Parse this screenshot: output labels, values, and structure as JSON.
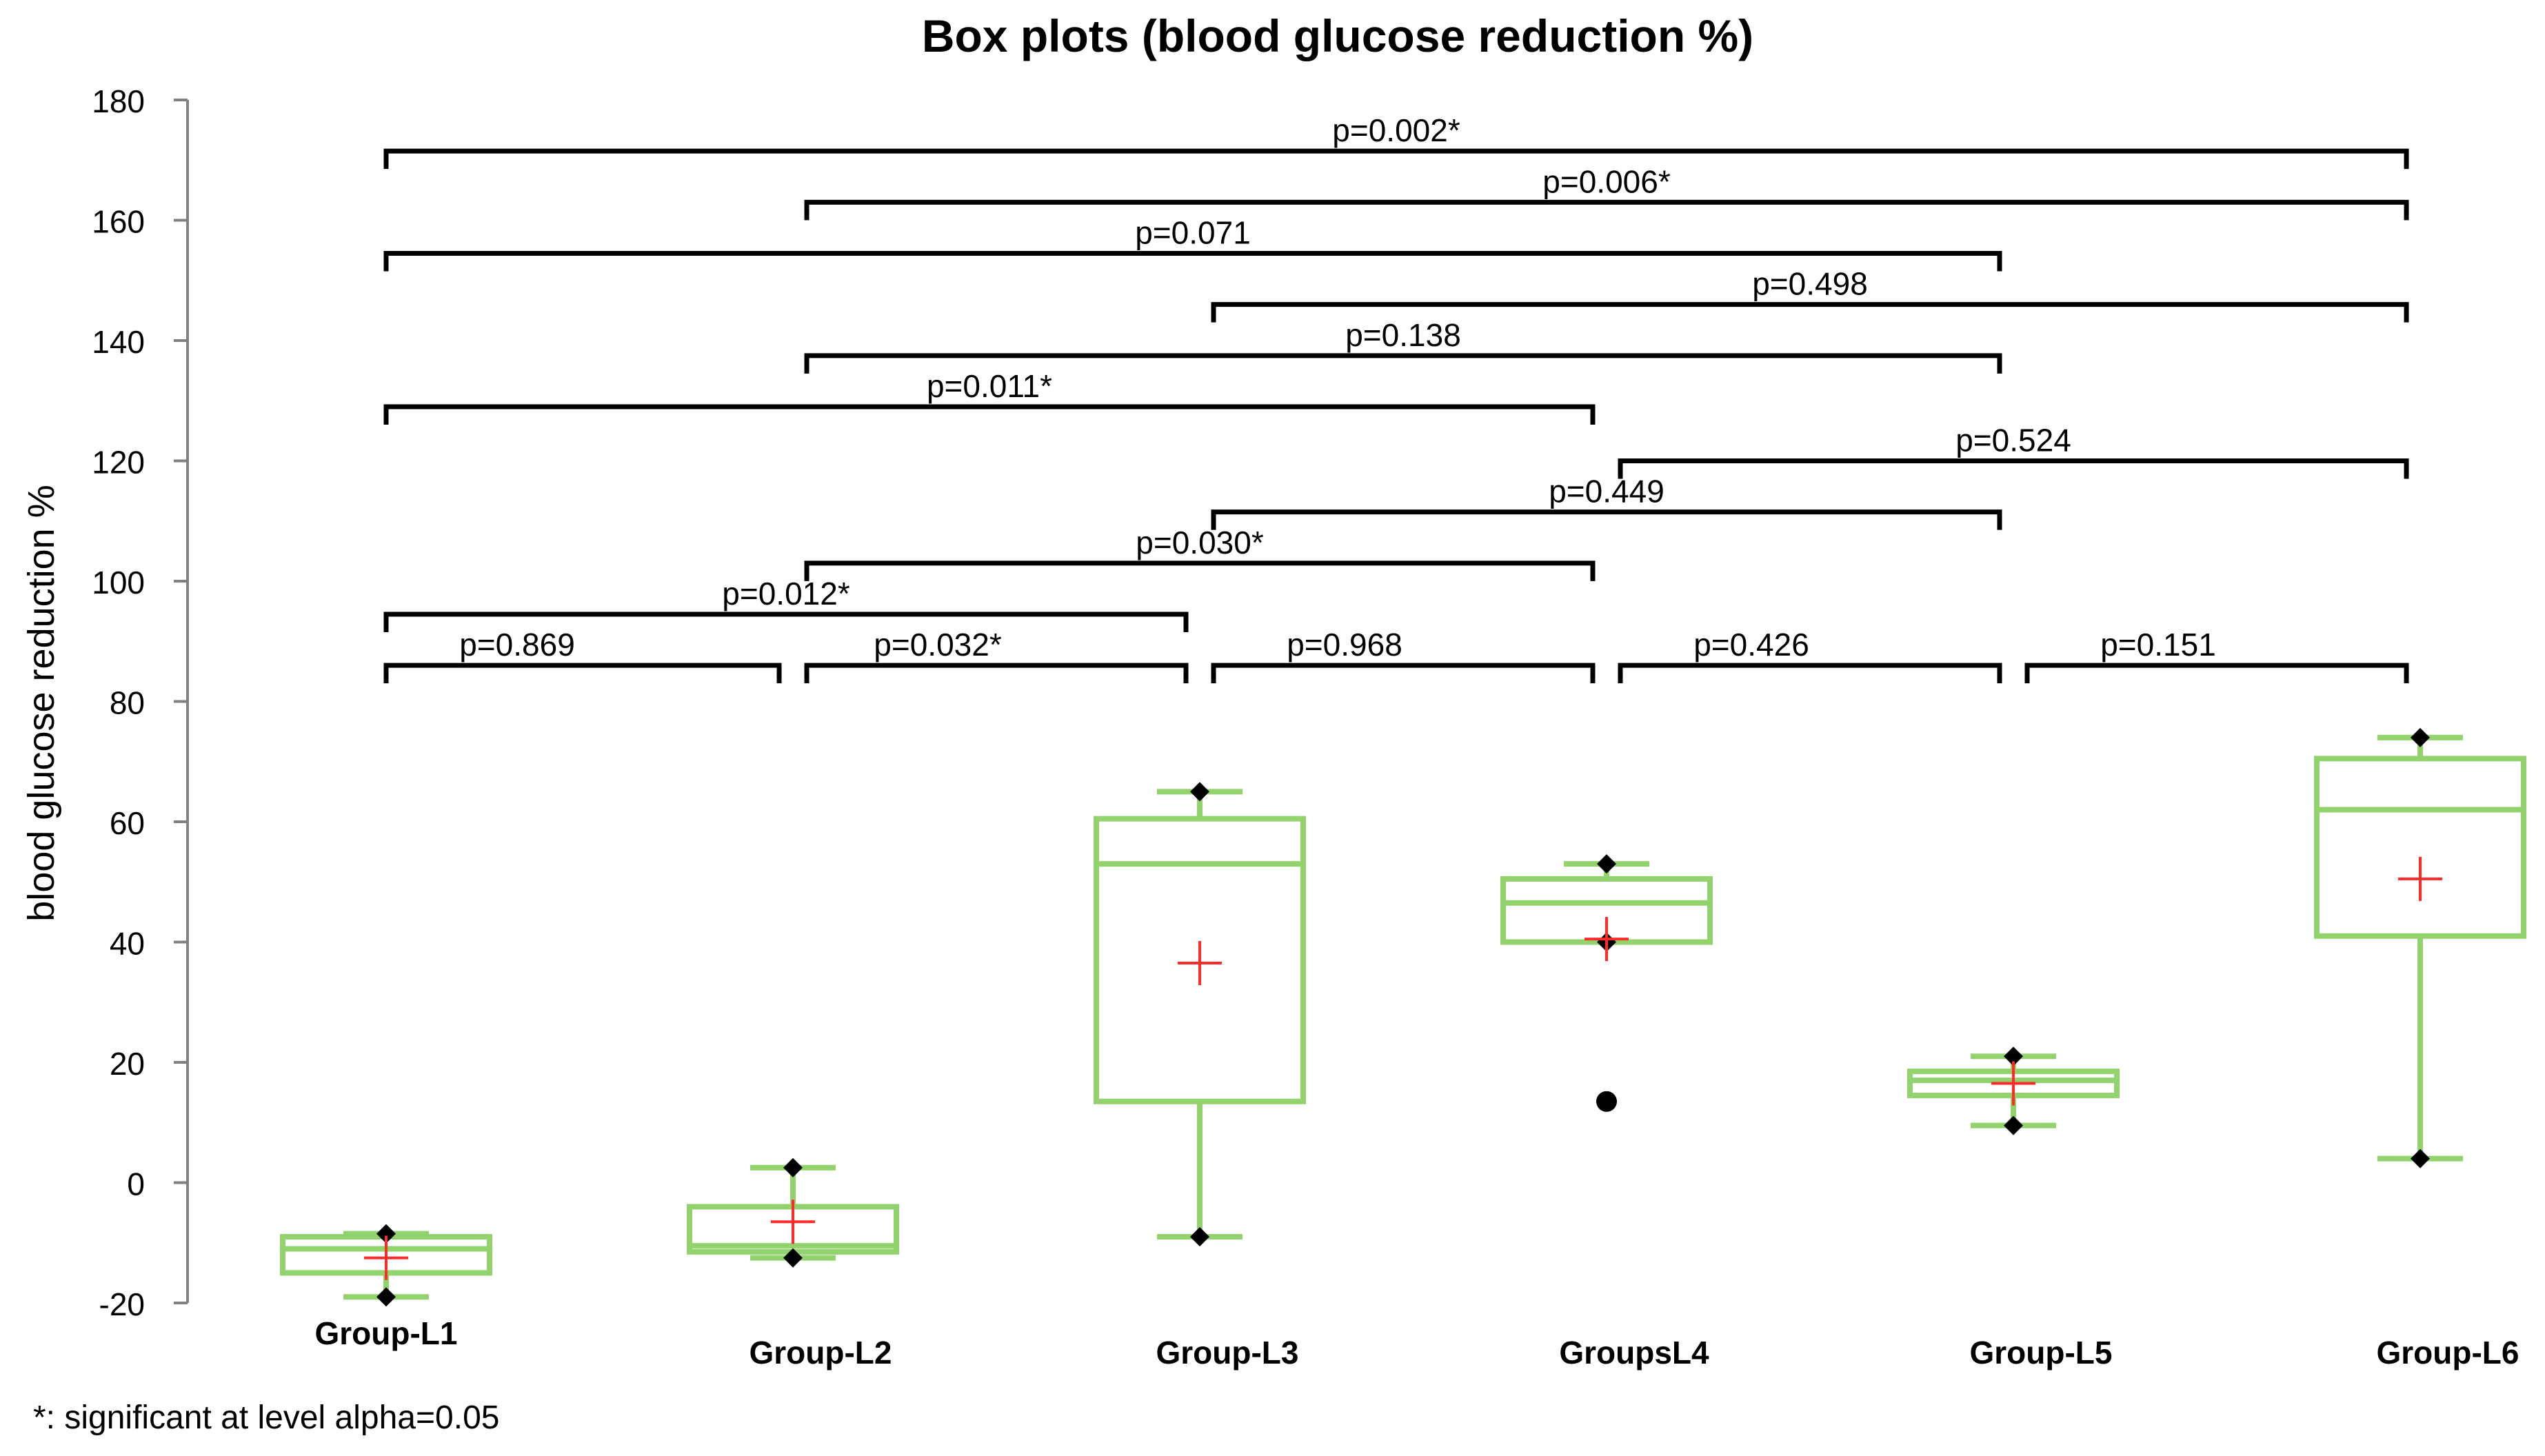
{
  "chart_data": {
    "type": "box",
    "title": "Box plots (blood glucose reduction %)",
    "ylabel": "blood glucose reduction %",
    "xlabel": "",
    "ylim": [
      -20,
      180
    ],
    "yticks": [
      -20,
      0,
      20,
      40,
      60,
      80,
      100,
      120,
      140,
      160,
      180
    ],
    "grid": false,
    "legend": "none",
    "footnote": "*: significant at level alpha=0.05",
    "colors": {
      "box": "#92d36e",
      "mean": "#ff2b2b",
      "point": "#000000",
      "bracket": "#000000",
      "axis": "#808080"
    },
    "categories": [
      "Group-L1",
      "Group-L2",
      "Group-L3",
      "GroupsL4",
      "Group-L5",
      "Group-L6"
    ],
    "boxes": [
      {
        "category": "Group-L1",
        "min": -19,
        "q1": -15,
        "median": -11,
        "q3": -9,
        "max": -8.5,
        "mean": -12.5,
        "outliers": []
      },
      {
        "category": "Group-L2",
        "min": -12.5,
        "q1": -11.5,
        "median": -10.5,
        "q3": -4,
        "max": 2.5,
        "mean": -6.5,
        "outliers": []
      },
      {
        "category": "Group-L3",
        "min": -9,
        "q1": 13.5,
        "median": 53,
        "q3": 60.5,
        "max": 65,
        "mean": 36.5,
        "outliers": []
      },
      {
        "category": "GroupsL4",
        "min": 40,
        "q1": 40,
        "median": 46.5,
        "q3": 50.5,
        "max": 53,
        "mean": 40.5,
        "outliers": [
          13.5
        ]
      },
      {
        "category": "Group-L5",
        "min": 9.5,
        "q1": 14.5,
        "median": 17,
        "q3": 18.5,
        "max": 21,
        "mean": 16.5,
        "outliers": []
      },
      {
        "category": "Group-L6",
        "min": 4,
        "q1": 41,
        "median": 62,
        "q3": 70.5,
        "max": 74,
        "mean": 50.5,
        "outliers": []
      }
    ],
    "comparisons": [
      {
        "from": 0,
        "to": 5,
        "y": 171.5,
        "label": "p=0.002*"
      },
      {
        "from": 1,
        "to": 5,
        "y": 163,
        "label": "p=0.006*"
      },
      {
        "from": 0,
        "to": 4,
        "y": 154.5,
        "label": "p=0.071"
      },
      {
        "from": 2,
        "to": 5,
        "y": 146,
        "label": "p=0.498"
      },
      {
        "from": 1,
        "to": 4,
        "y": 137.5,
        "label": "p=0.138"
      },
      {
        "from": 0,
        "to": 3,
        "y": 129,
        "label": "p=0.011*"
      },
      {
        "from": 3,
        "to": 5,
        "y": 120,
        "label": "p=0.524"
      },
      {
        "from": 2,
        "to": 4,
        "y": 111.5,
        "label": "p=0.449"
      },
      {
        "from": 1,
        "to": 3,
        "y": 103,
        "label": "p=0.030*"
      },
      {
        "from": 0,
        "to": 2,
        "y": 94.5,
        "label": "p=0.012*"
      },
      {
        "from": 0,
        "to": 1,
        "y": 86,
        "label": "p=0.869"
      },
      {
        "from": 1,
        "to": 2,
        "y": 86,
        "label": "p=0.032*"
      },
      {
        "from": 2,
        "to": 3,
        "y": 86,
        "label": "p=0.968"
      },
      {
        "from": 3,
        "to": 4,
        "y": 86,
        "label": "p=0.426"
      },
      {
        "from": 4,
        "to": 5,
        "y": 86,
        "label": "p=0.151"
      }
    ]
  }
}
